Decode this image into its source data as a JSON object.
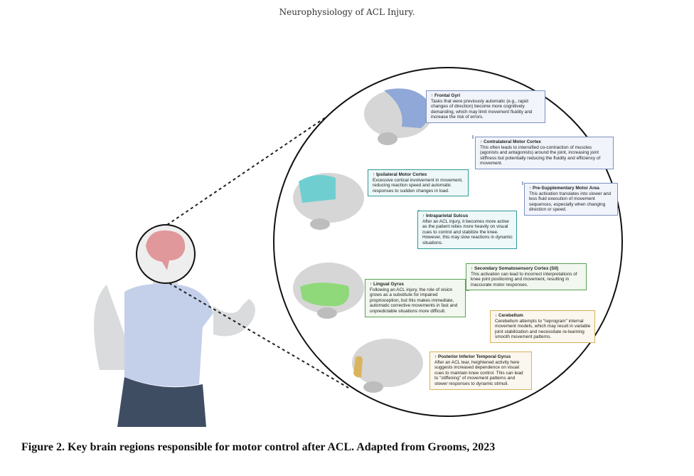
{
  "header": "Neurophysiology of ACL Injury.",
  "caption": "Figure 2.  Key brain regions responsible for motor control after ACL. Adapted from Grooms, 2023",
  "colors": {
    "frontal": "#8fa8d8",
    "motor": "#6fcfd0",
    "lingual": "#8fd97a",
    "temporal": "#d9b45c",
    "brain_gray": "#d6d6d6",
    "figure_brain": "#e0989a"
  },
  "boxes": [
    {
      "title": "↑ Frontal Gyri",
      "text": "Tasks that were previously automatic (e.g., rapid changes of direction) become more cognitively demanding, which may limit movement fluidity and increase the risk of errors."
    },
    {
      "title": "↑ Contralateral Motor Cortex",
      "text": "This often leads to intensified co-contraction of muscles (agonists and antagonists) around the joint, increasing joint stiffness but potentially reducing the fluidity and efficiency of movement."
    },
    {
      "title": "↑ Pre-Supplementary Motor Area",
      "text": "This activation translates into slower and less fluid execution of movement sequences, especially when changing direction or speed."
    },
    {
      "title": "↑ Ipsilateral Motor Cortex",
      "text": "Excessive cortical involvement in movement, reducing reaction speed and automatic responses to sudden changes in load."
    },
    {
      "title": "↑ Intraparietal Sulcus",
      "text": "After an ACL injury, it becomes more active as the patient relies more heavily on visual cues to control and stabilize the knee. However, this may slow reactions in dynamic situations."
    },
    {
      "title": "↑ Secondary Somatosensory Cortex (SII)",
      "text": "This activation can lead to incorrect interpretations of knee joint positioning and movement, resulting in inaccurate motor responses."
    },
    {
      "title": "↑ Lingual Gyrus",
      "text": "Following an ACL injury, the role of vision grows as a substitute for impaired proprioception, but this makes immediate, automatic corrective movements in fast and unpredictable situations more difficult."
    },
    {
      "title": "↓ Cerebellum",
      "text": "Cerebellum attempts to \"reprogram\" internal movement models, which may result in variable joint stabilization and necessitate re-learning smooth movement patterns."
    },
    {
      "title": "↑ Posterior Inferior Temporal Gyrus",
      "text": "After an ACL tear, heightened activity here suggests increased dependence on visual cues to maintain knee control. This can lead to \"stiffening\" of movement patterns and slower responses to dynamic stimuli."
    }
  ]
}
